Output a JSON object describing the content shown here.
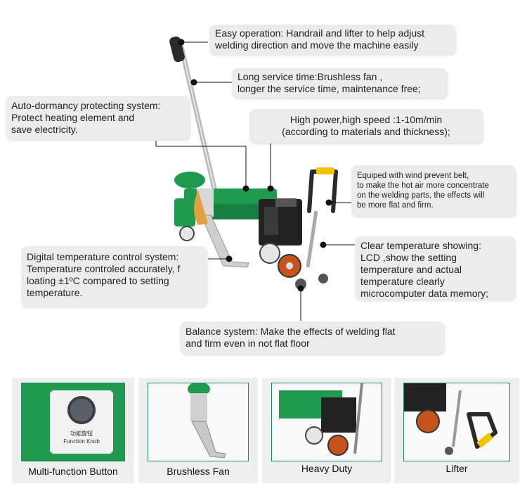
{
  "callouts": {
    "easy_operation": [
      "Easy operation: Handrail and lifter to help adjust",
      "welding direction and move the machine easily"
    ],
    "service_time": [
      "Long service time:Brushless fan ,",
      "longer the service time, maintenance free;"
    ],
    "auto_dormancy": [
      "Auto-dormancy protecting system:",
      "Protect heating element and",
      "save electricity."
    ],
    "high_power": [
      "High power,high speed :1-10m/min",
      "(according to materials and thickness);"
    ],
    "wind_belt": [
      "Equiped with wind prevent belt,",
      "to make the hot air more concentrate",
      "on the welding parts, the effects will",
      "be more flat and firm."
    ],
    "digital_temp": [
      "Digital temperature control system:",
      "Temperature controled accurately, f",
      "loating ±1ºC compared to setting",
      "temperature."
    ],
    "clear_temp": [
      "Clear temperature showing:",
      "LCD ,show the setting",
      "temperature and actual",
      "temperature clearly",
      "microcomputer data memory;"
    ],
    "balance": [
      "Balance system: Make the effects of welding flat",
      "and firm even in not flat floor"
    ]
  },
  "thumbnails": [
    {
      "caption": "Multi-function Button",
      "knob_label_1": "功能旋钮",
      "knob_label_2": "Function Knob"
    },
    {
      "caption": "Brushless Fan"
    },
    {
      "caption": "Heavy Duty"
    },
    {
      "caption": "Lifter"
    }
  ],
  "colors": {
    "machine_green": "#1f9a4e",
    "callout_bg": "#ececec",
    "accent_yellow": "#f2c300",
    "wheel_orange": "#c4541c",
    "frame_border": "#1c8c5a"
  }
}
